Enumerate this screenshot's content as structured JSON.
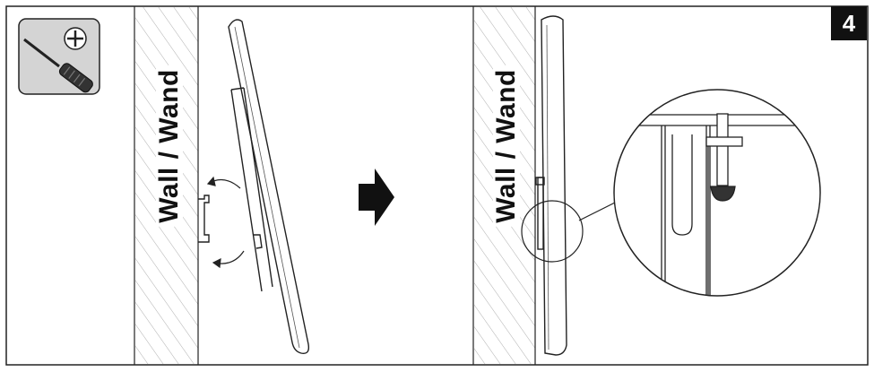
{
  "step": {
    "number": "4"
  },
  "walls": {
    "left_label": "Wall / Wand",
    "right_label": "Wall / Wand"
  },
  "tool": {
    "icon": "screwdriver-phillips-icon"
  },
  "arrow": {
    "icon": "right-arrow-icon"
  },
  "colors": {
    "line": "#222222",
    "tool_bg": "#d4d4d4",
    "badge_bg": "#111111",
    "badge_fg": "#ffffff"
  }
}
